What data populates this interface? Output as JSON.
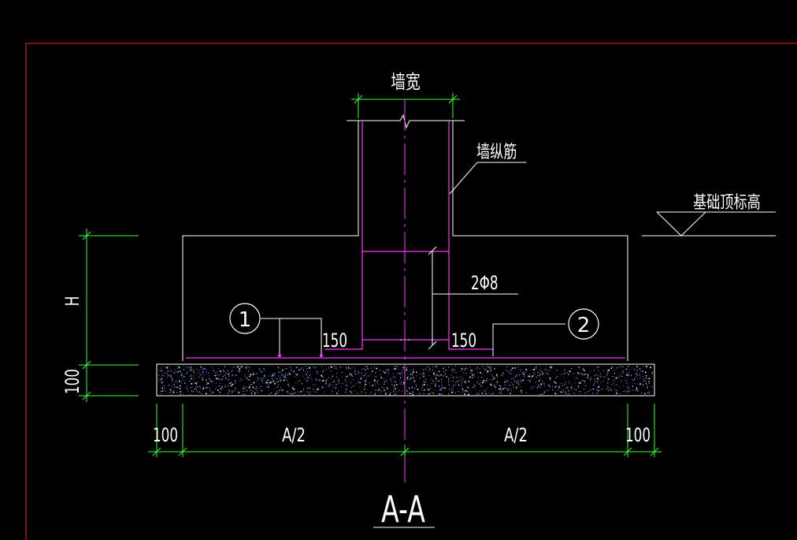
{
  "drawing": {
    "title": "A-A",
    "labels": {
      "wall_width": "墙宽",
      "wall_vertical_bar": "墙纵筋",
      "foundation_top_elevation": "基础顶标高",
      "stirrup": "2Φ8",
      "height": "H",
      "cushion_thickness": "100"
    },
    "dims": {
      "left_offset": "100",
      "right_offset": "100",
      "half_width_left": "A/2",
      "half_width_right": "A/2",
      "left_bend": "150",
      "right_bend": "150"
    },
    "markers": {
      "bar_1": "1",
      "bar_2": "2"
    },
    "colors": {
      "background": "#000000",
      "outline": "#ffffff",
      "rebar": "#ff33ff",
      "dimension": "#33ff33",
      "border": "#ff2020",
      "centerline": "#ff33ff"
    }
  }
}
